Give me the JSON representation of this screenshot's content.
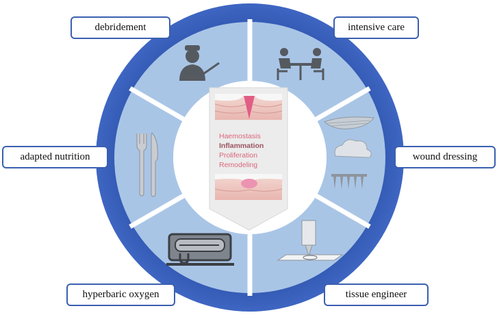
{
  "treatments": {
    "debridement": "debridement",
    "intensive_care": "intensive care",
    "adapted_nutrition": "adapted nutrition",
    "wound_dressing": "wound dressing",
    "hyperbaric_oxygen": "hyperbaric oxygen",
    "tissue_engineer": "tissue engineer"
  },
  "healing_stages": {
    "haemostasis": "Haemostasis",
    "inflammation": "Inflammation",
    "proliferation": "Proliferation",
    "remodeling": "Remodeling"
  },
  "colors": {
    "outer_ring": "#3a5fb0",
    "segment_fill": "#a9c5e6",
    "segment_gap": "#ffffff",
    "icon_gray": "#555a60",
    "stage_text": "#d9667a"
  },
  "icons": [
    "doctor-icon",
    "consultation-icon",
    "cutlery-icon",
    "dressing-icon",
    "hyperbaric-chamber-icon",
    "bioprinter-icon"
  ]
}
